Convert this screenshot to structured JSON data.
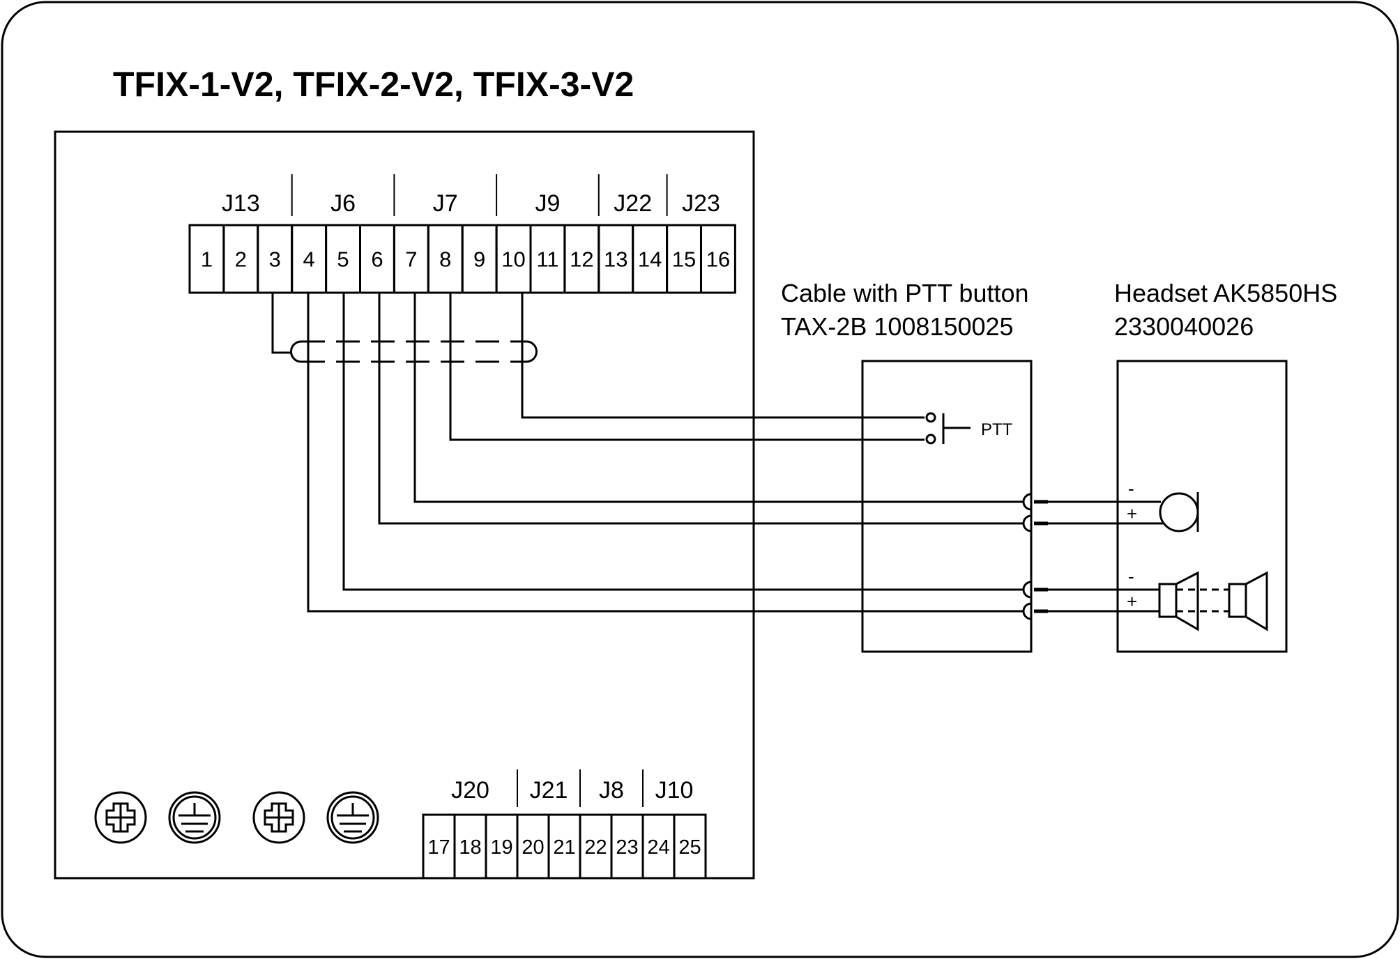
{
  "title": "TFIX-1-V2, TFIX-2-V2, TFIX-3-V2",
  "top_block": {
    "groups": [
      {
        "name": "J13",
        "pins": [
          "1",
          "2",
          "3"
        ]
      },
      {
        "name": "J6",
        "pins": [
          "4",
          "5",
          "6"
        ]
      },
      {
        "name": "J7",
        "pins": [
          "7",
          "8",
          "9"
        ]
      },
      {
        "name": "J9",
        "pins": [
          "10",
          "11",
          "12"
        ]
      },
      {
        "name": "J22",
        "pins": [
          "13",
          "14"
        ]
      },
      {
        "name": "J23",
        "pins": [
          "15",
          "16"
        ]
      }
    ]
  },
  "bottom_block": {
    "groups": [
      {
        "name": "J20",
        "pins": [
          "17",
          "18",
          "19"
        ]
      },
      {
        "name": "J21",
        "pins": [
          "20",
          "21"
        ]
      },
      {
        "name": "J8",
        "pins": [
          "22",
          "23"
        ]
      },
      {
        "name": "J10",
        "pins": [
          "24",
          "25"
        ]
      }
    ]
  },
  "mounting_icons": [
    "screw-icon",
    "ground-icon",
    "screw-icon",
    "ground-icon"
  ],
  "cable": {
    "line1": "Cable with PTT button",
    "line2": "TAX-2B 1008150025",
    "ptt_label": "PTT"
  },
  "headset": {
    "line1": "Headset AK5850HS",
    "line2": "2330040026",
    "mic_minus": "-",
    "mic_plus": "+",
    "spk_minus": "-",
    "spk_plus": "+"
  },
  "wiring": {
    "shield_pin": "3",
    "connections": [
      {
        "pin": "10",
        "to": "PTT"
      },
      {
        "pin": "8",
        "to": "PTT"
      },
      {
        "pin": "7",
        "to": "mic -"
      },
      {
        "pin": "6",
        "to": "mic +"
      },
      {
        "pin": "5",
        "to": "speaker -"
      },
      {
        "pin": "4",
        "to": "speaker +"
      }
    ]
  }
}
